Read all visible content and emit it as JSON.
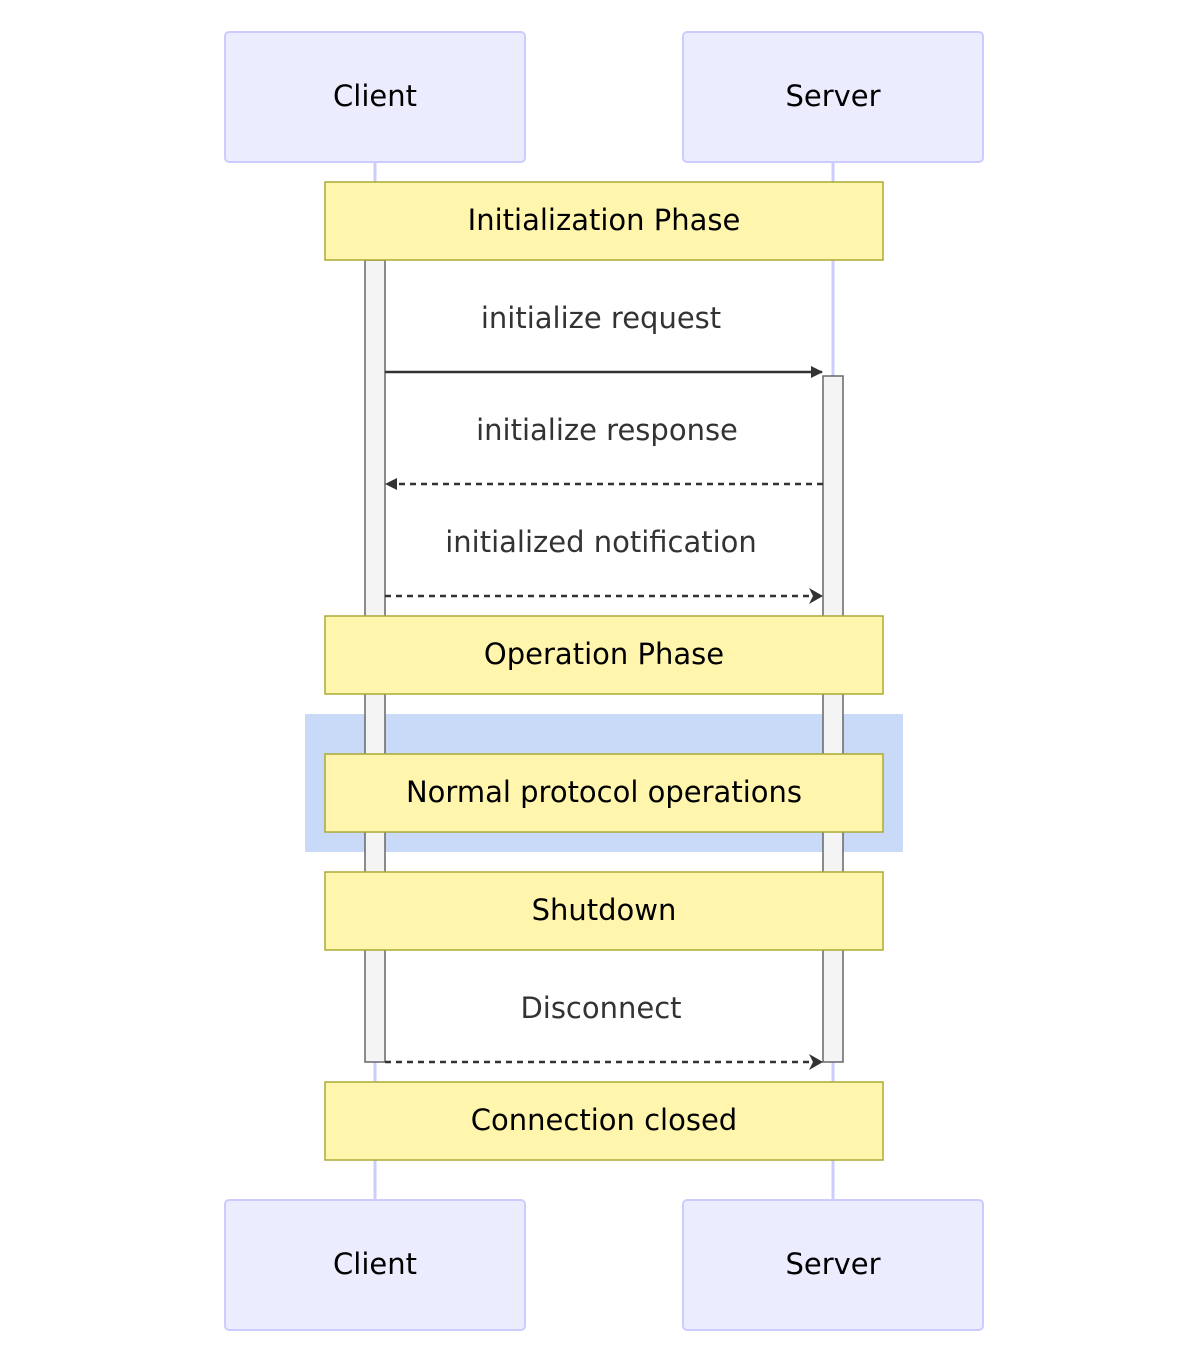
{
  "participants": [
    {
      "id": "client",
      "label": "Client"
    },
    {
      "id": "server",
      "label": "Server"
    }
  ],
  "notes": [
    {
      "id": "init",
      "label": "Initialization Phase"
    },
    {
      "id": "operation",
      "label": "Operation Phase"
    },
    {
      "id": "normal",
      "label": "Normal protocol operations"
    },
    {
      "id": "shutdown",
      "label": "Shutdown"
    },
    {
      "id": "closed",
      "label": "Connection closed"
    }
  ],
  "messages": [
    {
      "id": "init-request",
      "label": "initialize request",
      "from": "client",
      "to": "server",
      "style": "solid"
    },
    {
      "id": "init-response",
      "label": "initialize response",
      "from": "server",
      "to": "client",
      "style": "dashed"
    },
    {
      "id": "initialized-notification",
      "label": "initialized notification",
      "from": "client",
      "to": "server",
      "style": "dashed-open"
    },
    {
      "id": "disconnect",
      "label": "Disconnect",
      "from": "client",
      "to": "server",
      "style": "dashed-open"
    }
  ],
  "colors": {
    "actor_fill": "#ECECFF",
    "actor_stroke": "#CCCCFF",
    "lifeline": "#CCCCFF",
    "note_fill": "#FFF5AD",
    "note_stroke": "#AAAA33",
    "highlight_fill": "#C8DAF8",
    "activation_fill": "#F4F4F4",
    "activation_stroke": "#666666",
    "arrow": "#333333"
  }
}
